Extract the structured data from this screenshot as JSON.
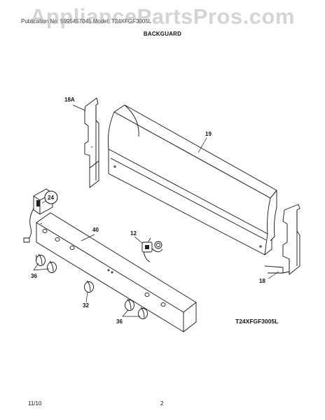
{
  "header": {
    "model_line": "Publication No: 5995457045  Model: T24XFGF3005L",
    "section_title": "BACKGUARD"
  },
  "watermark": "AppliancePartsPros.com",
  "diagram": {
    "model_code": "T24XFGF3005L",
    "callouts": {
      "c18a": "18A",
      "c19": "19",
      "c24": "24",
      "c40": "40",
      "c12": "12",
      "c36a": "36",
      "c32": "32",
      "c36b": "36",
      "c18": "18"
    }
  },
  "footer": {
    "date": "11/10",
    "page": "2"
  }
}
